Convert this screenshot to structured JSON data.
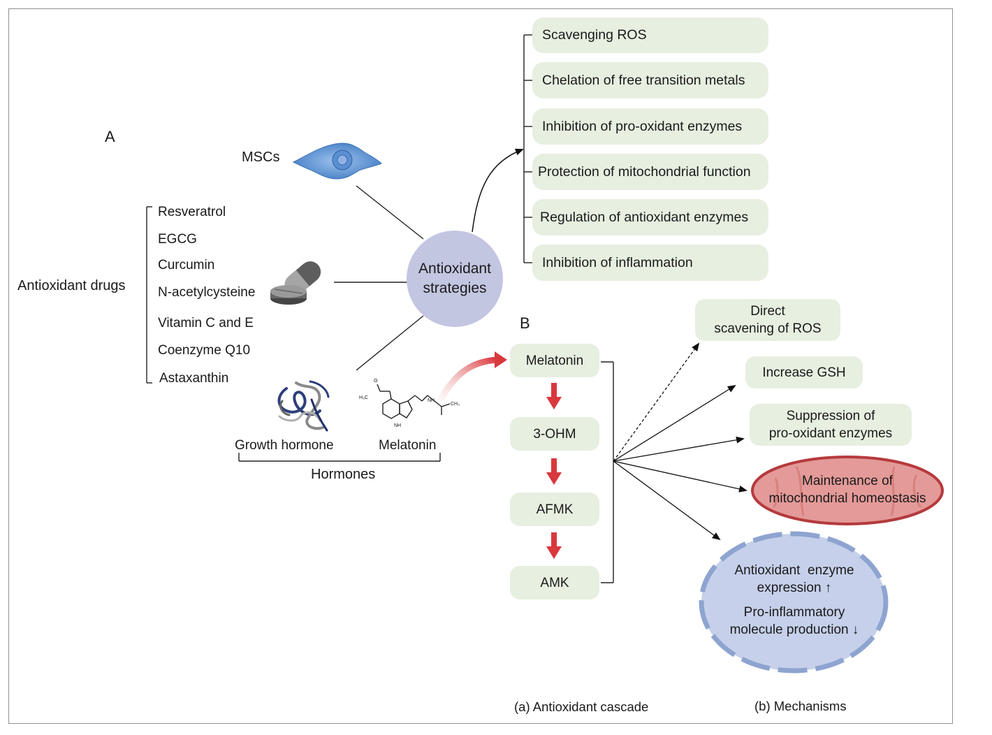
{
  "panel_a": {
    "letter": "A",
    "msc_label": "MSCs",
    "drugs_label": "Antioxidant drugs",
    "drugs": [
      "Resveratrol",
      "EGCG",
      "Curcumin",
      "N-acetylcysteine",
      "Vitamin C and E",
      "Coenzyme Q10",
      "Astaxanthin"
    ],
    "hub_line1": "Antioxidant",
    "hub_line2": "strategies",
    "growth_hormone_label": "Growth hormone",
    "melatonin_label": "Melatonin",
    "hormones_label": "Hormones",
    "outcomes": [
      "Scavenging ROS",
      "Chelation of free transition metals",
      "Inhibition of pro-oxidant enzymes",
      "Protection of mitochondrial function",
      "Regulation of antioxidant enzymes",
      "Inhibition of inflammation"
    ]
  },
  "panel_b": {
    "letter": "B",
    "cascade": [
      "Melatonin",
      "3-OHM",
      "AFMK",
      "AMK"
    ],
    "mechanisms": {
      "direct_line1": "Direct",
      "direct_line2": "scavening of ROS",
      "gsh": "Increase GSH",
      "suppress_line1": "Suppression of",
      "suppress_line2": "pro-oxidant enzymes",
      "mito_line1": "Maintenance of",
      "mito_line2": "mitochondrial homeostasis",
      "cell_line1": "Antioxidant  enzyme",
      "cell_line2": "expression ↑",
      "cell_line3": "Pro-inflammatory",
      "cell_line4": "molecule production ↓"
    },
    "caption_a": "(a) Antioxidant cascade",
    "caption_b": "(b) Mechanisms"
  },
  "molecule_labels": {
    "nh_top": "NH",
    "nh_bottom": "NH",
    "h3c": "H₃C",
    "ch3": "CH₃",
    "o": "O"
  },
  "colors": {
    "pill_fill": "#e6efe0",
    "hub_fill": "#c3c6e1",
    "cascade_arrow": "#d9383d",
    "mito_fill": "#e39a98",
    "mito_border": "#b53a3d",
    "cell_fill": "#c6d0ea",
    "cell_border": "#8ea4d0",
    "msc_fill": "#6f9fd8"
  }
}
